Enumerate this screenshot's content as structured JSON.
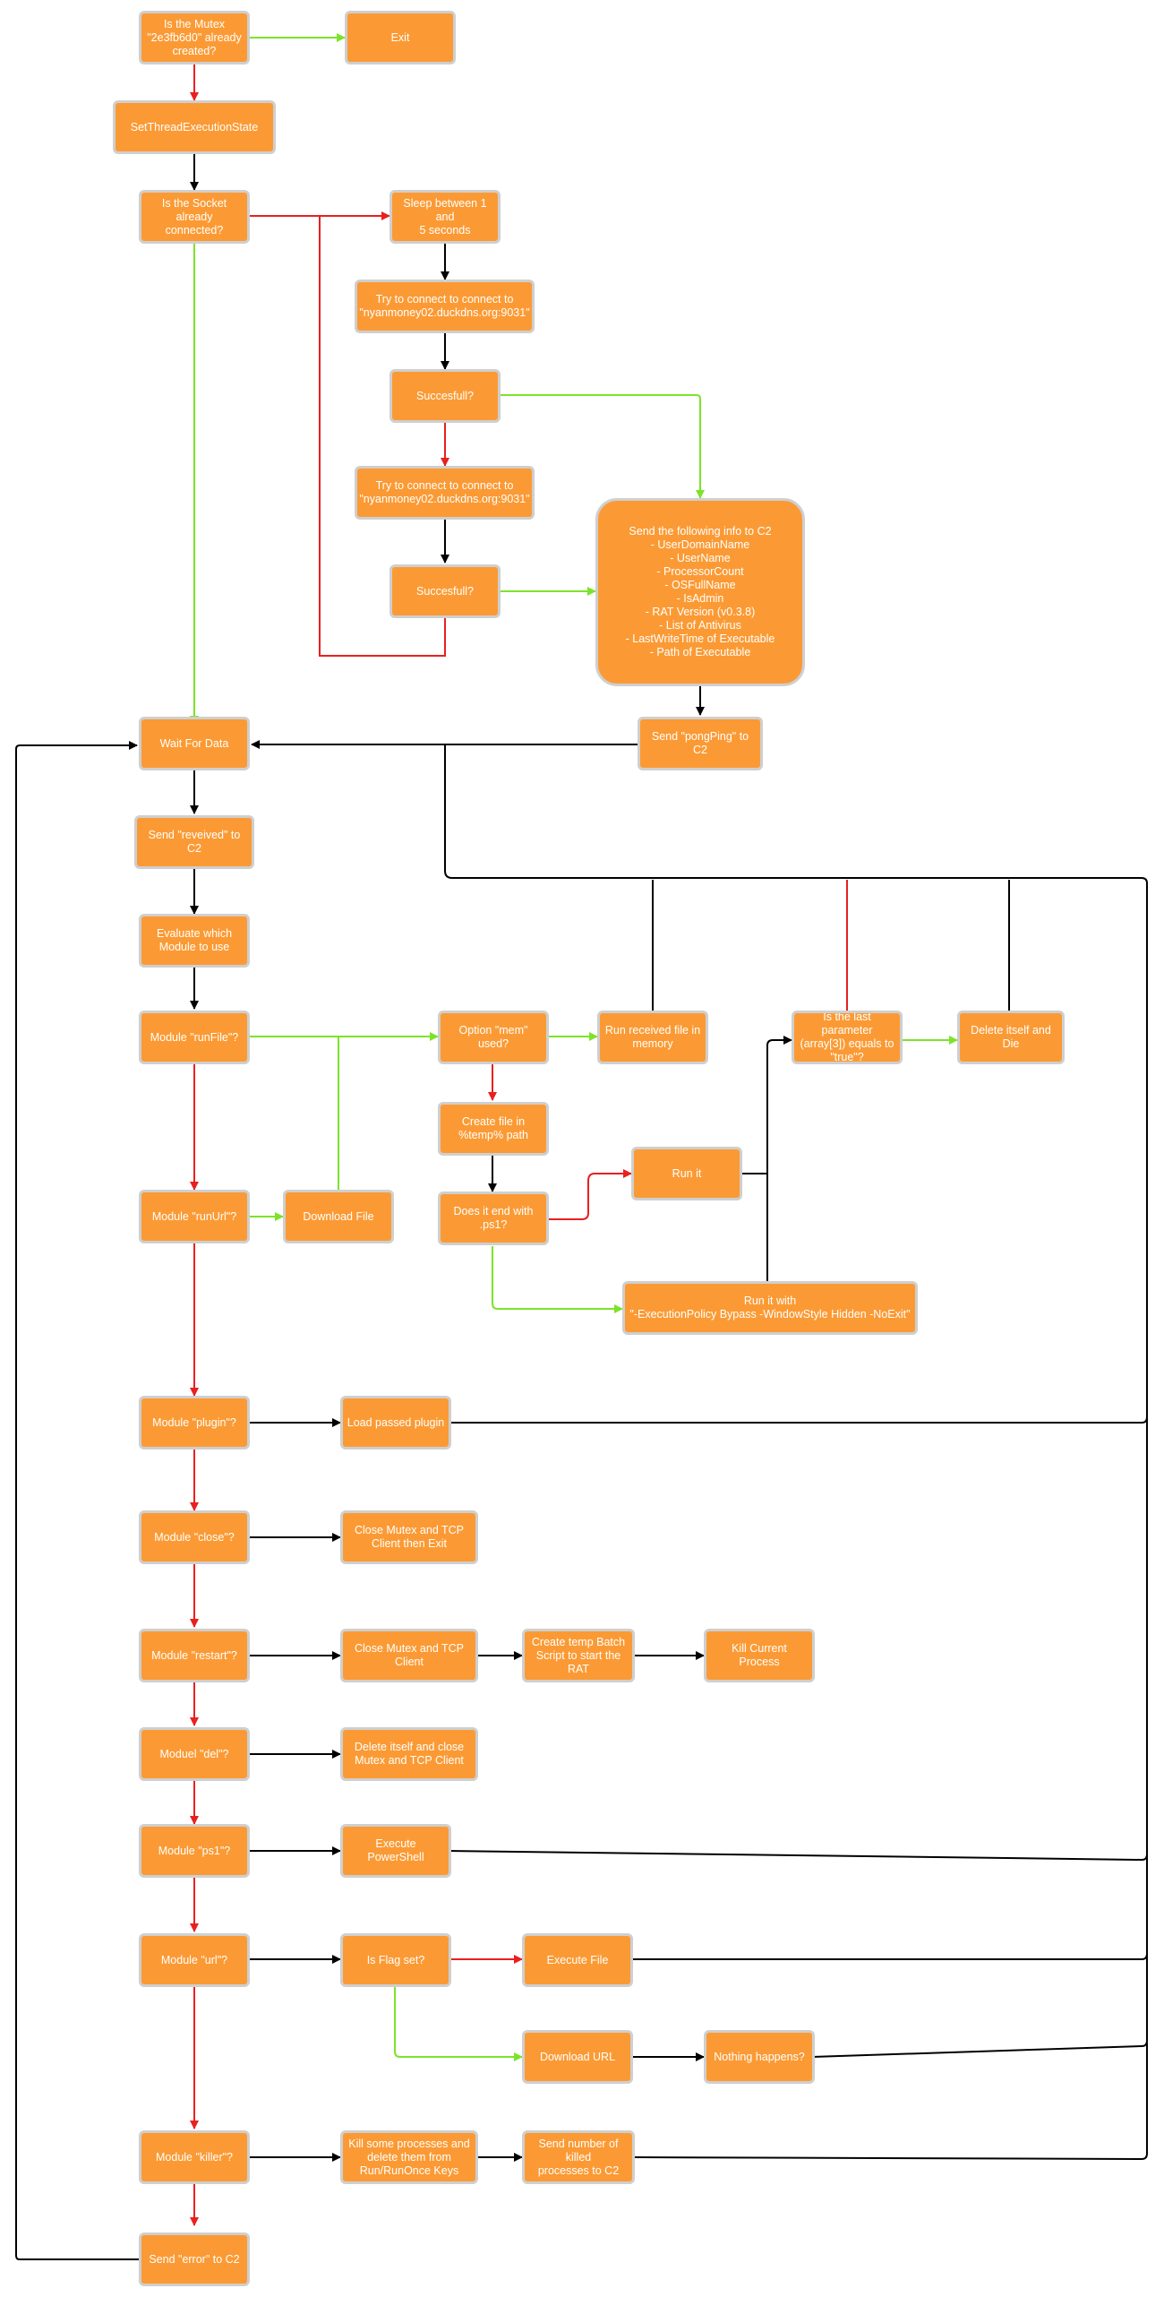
{
  "colors": {
    "node_fill": "#fb9a34",
    "node_border": "#cfcfcf",
    "yes_edge": "#7de32a",
    "no_edge": "#e8201f",
    "flow_edge": "#000000",
    "node_text": "#ffffff"
  },
  "nodes": {
    "mutex": "Is the Mutex\n\"2e3fb6d0\" already\ncreated?",
    "exit": "Exit",
    "setthread": "SetThreadExecutionState",
    "socket": "Is the Socket already\nconnected?",
    "sleep": "Sleep between 1 and\n5 seconds",
    "try1": "Try to connect to connect to\n\"nyanmoney02.duckdns.org:9031\"",
    "succ1": "Succesfull?",
    "try2": "Try to connect to connect to\n\"nyanmoney02.duckdns.org:9031\"",
    "succ2": "Succesfull?",
    "sendinfo": "Send the following info to C2\n- UserDomainName\n- UserName\n- ProcessorCount\n- OSFullName\n- IsAdmin\n- RAT Version (v0.3.8)\n- List of Antivirus\n- LastWriteTime of Executable\n- Path of Executable",
    "pongping": "Send \"pongPing\" to C2",
    "wait": "Wait For Data",
    "received": "Send \"reveived\" to C2",
    "evaluate": "Evaluate which\nModule to use",
    "runfile": "Module \"runFile\"?",
    "optmem": "Option \"mem\" used?",
    "runmem": "Run received file in\nmemory",
    "lastparam": "Is the last parameter\n(array[3]) equals to\n\"true\"?",
    "deletedie": "Delete itself and Die",
    "createtemp": "Create file in\n%temp% path",
    "ps1q": "Does it end with\n.ps1?",
    "runit": "Run it",
    "runitwith": "Run it with\n\"-ExecutionPolicy Bypass -WindowStyle Hidden -NoExit\"",
    "runurl": "Module \"runUrl\"?",
    "download": "Download File",
    "plugin": "Module \"plugin\"?",
    "loadplugin": "Load passed plugin",
    "close": "Module \"close\"?",
    "closemutex": "Close Mutex and TCP\nClient then Exit",
    "restart": "Module \"restart\"?",
    "closemutex2": "Close Mutex and TCP\nClient",
    "createbatch": "Create temp Batch\nScript to start the RAT",
    "killcurrent": "Kill Current Process",
    "del": "Moduel \"del\"?",
    "deleteclose": "Delete itself and close\nMutex and TCP Client",
    "ps1": "Module \"ps1\"?",
    "execps": "Execute PowerShell",
    "url": "Module \"url\"?",
    "flagset": "Is Flag set?",
    "execfile": "Execute File",
    "downloadurl": "Download URL",
    "nothing": "Nothing happens?",
    "killer": "Module \"killer\"?",
    "killprocs": "Kill some processes and\ndelete them from\nRun/RunOnce Keys",
    "sendkilled": "Send number of killed\nprocesses to C2",
    "error": "Send \"error\" to C2"
  }
}
